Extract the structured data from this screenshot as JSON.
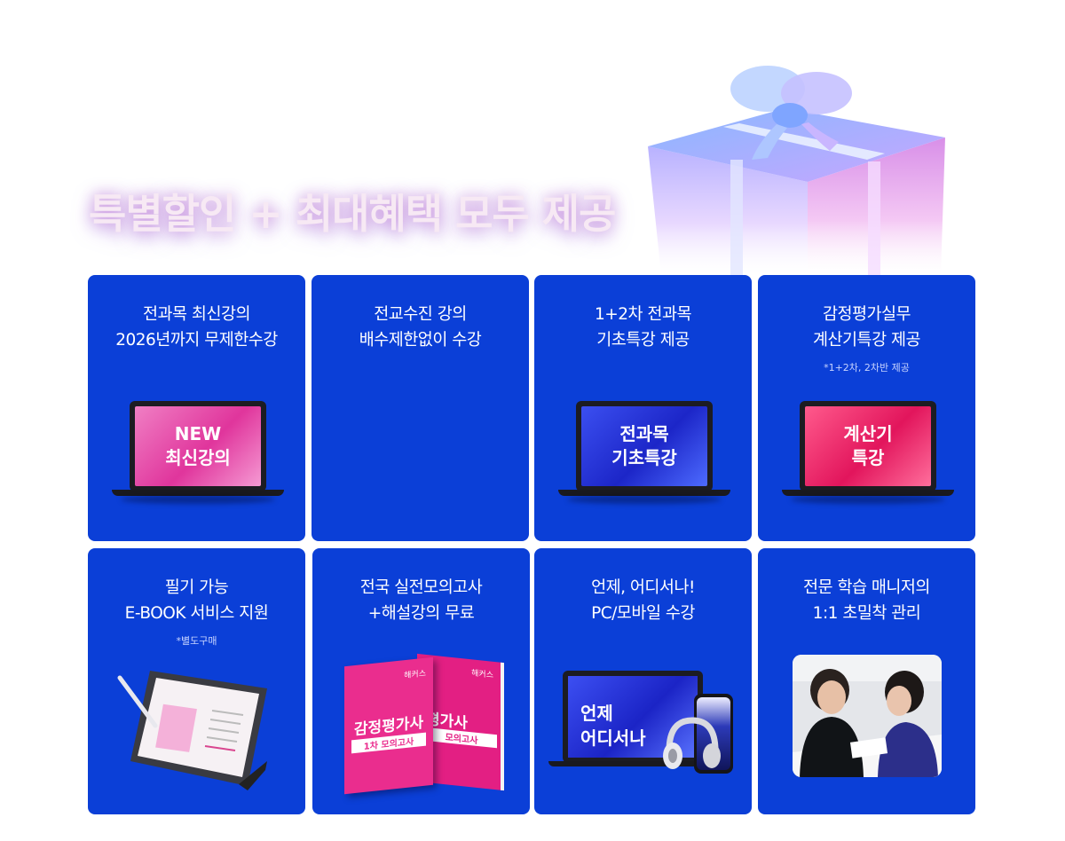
{
  "headline": "특별할인 + 최대혜택 모두 제공",
  "cards": [
    {
      "line1": "전과목 최신강의",
      "line2": "2026년까지 무제한수강",
      "screen_line1": "NEW",
      "screen_line2": "최신강의"
    },
    {
      "line1": "전교수진 강의",
      "line2": "배수제한없이 수강"
    },
    {
      "line1": "1+2차 전과목",
      "line2": "기초특강 제공",
      "screen_line1": "전과목",
      "screen_line2": "기초특강"
    },
    {
      "line1": "감정평가실무",
      "line2": "계산기특강 제공",
      "note": "*1+2차, 2차반 제공",
      "screen_line1": "계산기",
      "screen_line2": "특강"
    },
    {
      "line1": "필기 가능",
      "line2": "E-BOOK 서비스 지원",
      "note": "*별도구매"
    },
    {
      "line1": "전국 실전모의고사",
      "line2": "+해설강의 무료",
      "book_brand": "해커스",
      "book_title": "감정평가사",
      "book_sub": "1차 모의고사",
      "book2_title": "평가사",
      "book2_sub": "모의고사"
    },
    {
      "line1": "언제, 어디서나!",
      "line2": "PC/모바일 수강",
      "screen_line1": "언제",
      "screen_line2": "어디서나"
    },
    {
      "line1": "전문 학습 매니저의",
      "line2": "1:1 초밀착 관리"
    }
  ]
}
